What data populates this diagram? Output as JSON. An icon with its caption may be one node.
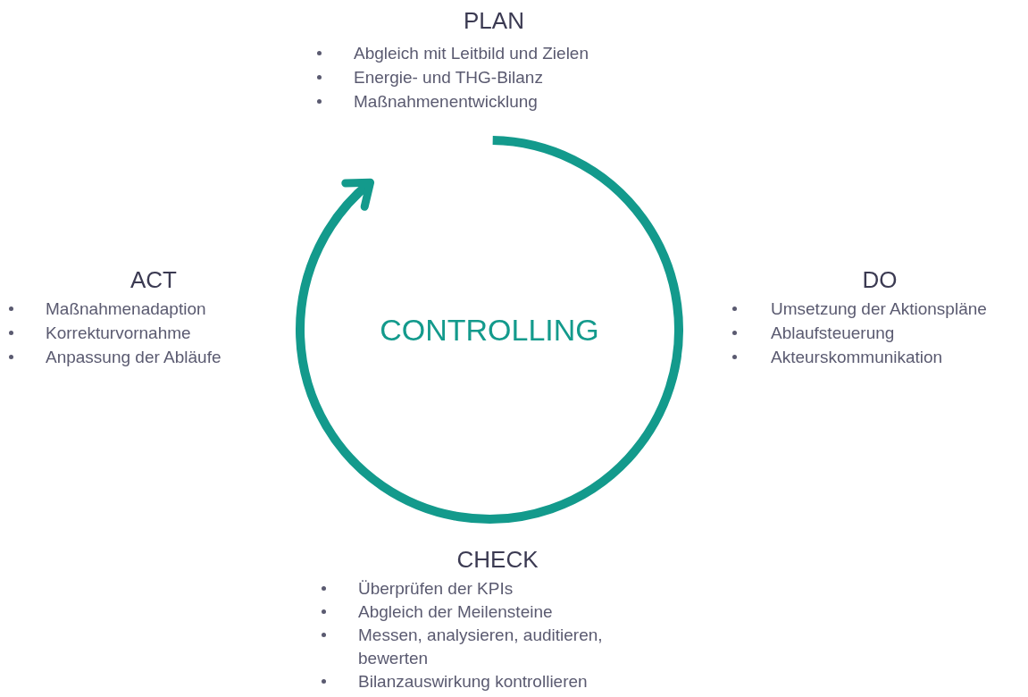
{
  "diagram": {
    "nodes": [
      {
        "text": [
          "CONTROLLING"
        ]
      },
      {
        "text": [
          "PLAN",
          "Abgleich mit Leitbild und Zielen",
          "Energie- und THG-Bilanz",
          "Maßnahmenentwicklung"
        ]
      },
      {
        "text": [
          "ACT",
          "Maßnahmenadaption",
          "Korrekturvornahme",
          "Anpassung der Abläufe"
        ]
      },
      {
        "text": [
          "DO",
          "Umsetzung der Aktionspläne",
          "Ablaufsteuerung",
          "Akteurskommunikation"
        ]
      },
      {
        "text": [
          "CHECK",
          "Überprüfen der KPIs",
          "Abgleich der Meilensteine",
          "Messen, analysieren, auditieren, bewerten",
          "Bilanzauswirkung kontrollieren"
        ]
      }
    ]
  }
}
